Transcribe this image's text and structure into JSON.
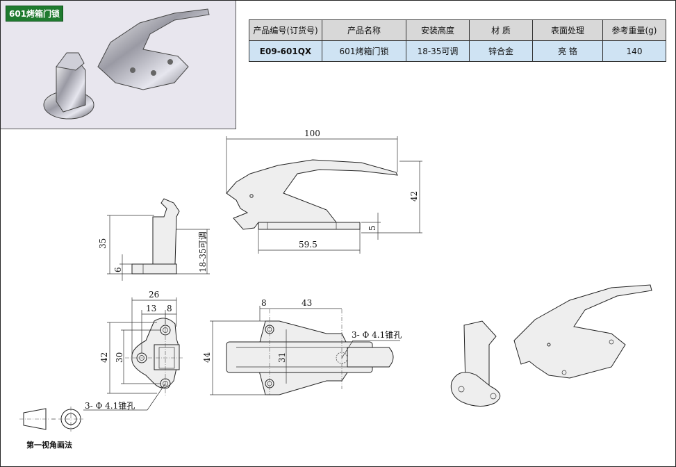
{
  "photo": {
    "tag": "601烤箱门锁"
  },
  "table": {
    "headers": [
      "产品编号(订货号)",
      "产品名称",
      "安装高度",
      "材  质",
      "表面处理",
      "参考重量(g)"
    ],
    "row": [
      "E09-601QX",
      "601烤箱门锁",
      "18-35可调",
      "锌合金",
      "亮  铬",
      "140"
    ]
  },
  "dims": {
    "d100": "100",
    "d42": "42",
    "d5": "5",
    "d59_5": "59.5",
    "d35": "35",
    "d6": "6",
    "d18_35": "18-35可调",
    "d26": "26",
    "d13": "13",
    "d8a": "8",
    "d42b": "42",
    "d30": "30",
    "hole_left": "3- Φ 4.1锥孔",
    "d8b": "8",
    "d43": "43",
    "d44": "44",
    "d31": "31",
    "hole_right": "3- Φ 4.1锥孔"
  },
  "projection_label": "第一视角画法"
}
